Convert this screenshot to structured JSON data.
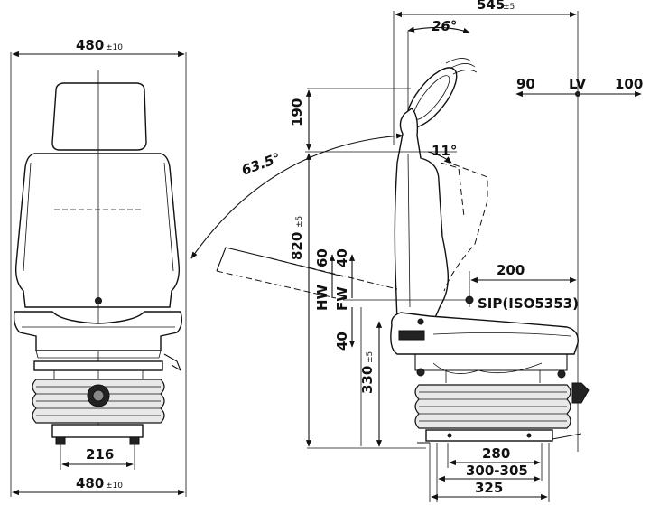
{
  "front_view": {
    "top_width": {
      "value": "480",
      "tol": "±10"
    },
    "bottom_width": {
      "value": "480",
      "tol": "±10"
    },
    "rail_spacing": "216"
  },
  "side_view": {
    "overall_depth": {
      "value": "545",
      "tol": "±5"
    },
    "backrest_angle": "26°",
    "recline_angle": "63.5°",
    "tilt_angle": "11°",
    "headrest_height": "190",
    "overall_height": {
      "value": "820",
      "tol": "±5"
    },
    "seat_height": {
      "value": "330",
      "tol": "±5"
    },
    "hw_label": "HW",
    "fw_label": "FW",
    "hw_travel": "60",
    "fw_travel_up": "40",
    "fw_travel_down": "40",
    "sip_offset": "200",
    "sip_label": "SIP(ISO5353)",
    "lv_label": "LV",
    "lv_left": "90",
    "lv_right": "100",
    "rail_280": "280",
    "rail_300_305": "300-305",
    "rail_325": "325"
  }
}
